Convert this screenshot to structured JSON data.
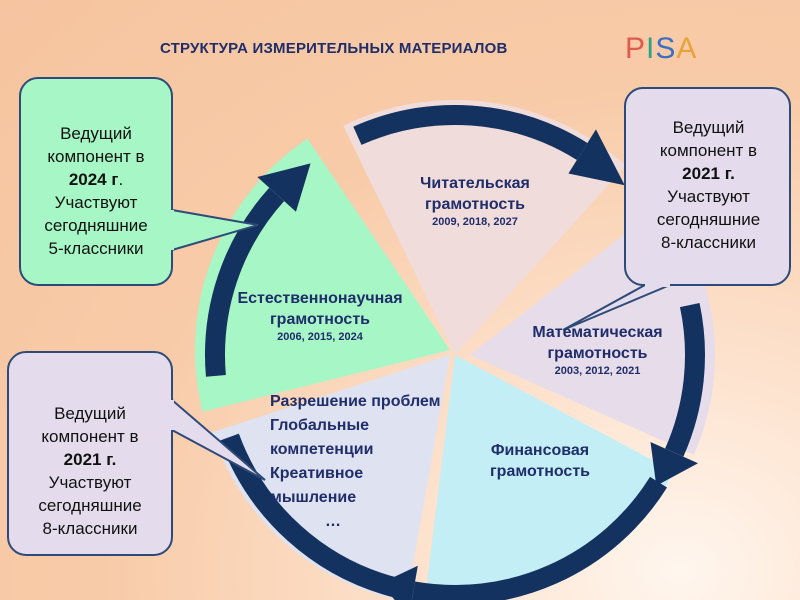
{
  "title": "СТРУКТУРА ИЗМЕРИТЕЛЬНЫХ МАТЕРИАЛОВ",
  "logo": "PISA",
  "segments": {
    "reading": {
      "name1": "Читательская",
      "name2": "грамотность",
      "years": "2009, 2018, 2027",
      "color": "#f1dcdc"
    },
    "math": {
      "name1": "Математическая",
      "name2": "грамотность",
      "years": "2003, 2012, 2021",
      "color": "#e6dcea"
    },
    "finance": {
      "name1": "Финансовая",
      "name2": "грамотность",
      "color": "#c4eef6"
    },
    "other": {
      "l1": "Разрешение проблем",
      "l2": "Глобальные",
      "l3": "компетенции",
      "l4": "Креативное",
      "l5": "мышление",
      "l6": "…",
      "color": "#dfe3f1"
    },
    "science": {
      "name1": "Естественнонаучная",
      "name2": "грамотность",
      "years": "2006, 2015, 2024",
      "color": "#a6f6c6"
    }
  },
  "callouts": {
    "science": {
      "l1": "Ведущий",
      "l2": "компонент в",
      "year": "2024 г",
      "l3": "Участвуют",
      "l4": "сегодняшние",
      "l5": "5-классники",
      "color": "#a6f6c6"
    },
    "math": {
      "l1": "Ведущий",
      "l2": "компонент в",
      "year": "2021 г.",
      "l3": "Участвуют",
      "l4": "сегодняшние",
      "l5": "8-классники",
      "color": "#e4dcec"
    },
    "finance": {
      "l1": "Ведущий",
      "l2": "компонент в",
      "year": "2021 г.",
      "l3": "Участвуют",
      "l4": "сегодняшние",
      "l5": "8-классники",
      "color": "#e4dcec"
    }
  },
  "ring_color": "#13325f"
}
